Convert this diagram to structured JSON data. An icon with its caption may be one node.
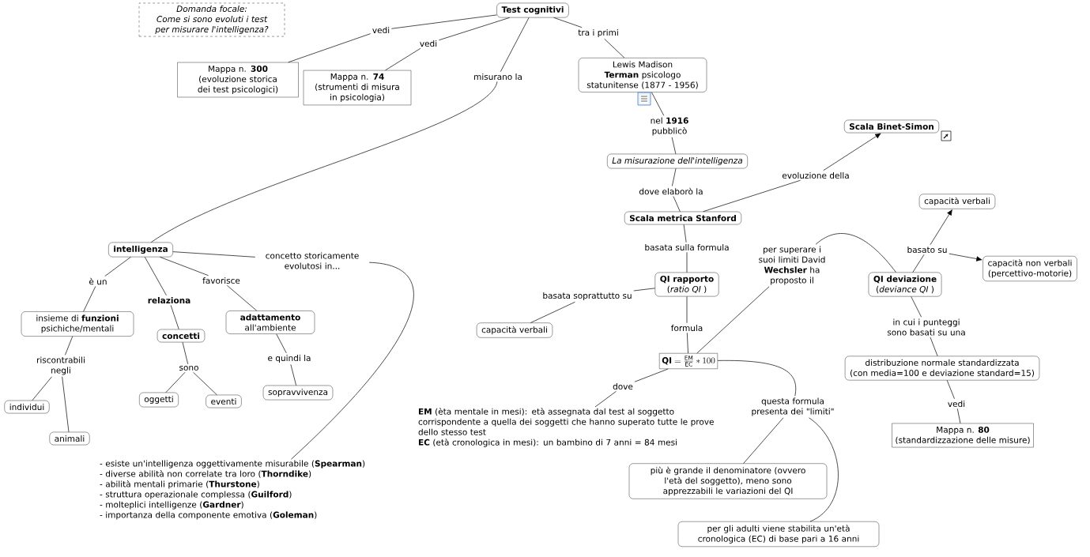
{
  "diagram": {
    "nodes": [
      {
        "text": [
          "Domanda focale:",
          "Come si sono evoluti i test per misurare l'intelligenza?"
        ]
      },
      {
        "text": [
          "Test cognitivi"
        ]
      },
      {
        "text": [
          "vedi"
        ]
      },
      {
        "text": [
          "vedi"
        ]
      },
      {
        "text": [
          "Mappa n. **300**",
          "(evoluzione storica dei test psicologici)"
        ]
      },
      {
        "text": [
          "Mappa n. **74**",
          "(strumenti di misura in psicologia)"
        ]
      },
      {
        "text": [
          "misurano la"
        ]
      },
      {
        "text": [
          "tra i primi"
        ]
      },
      {
        "text": [
          "Lewis Madison **Terman** psicologo statunitense (1877 - 1956)"
        ]
      },
      {
        "text": [
          "nel **1916** pubblicò"
        ]
      },
      {
        "text": [
          "La misurazione dell'intelligenza"
        ]
      },
      {
        "text": [
          "dove elaborò la"
        ]
      },
      {
        "text": [
          "Scala metrica Stanford"
        ]
      },
      {
        "text": [
          "evoluzione della"
        ]
      },
      {
        "text": [
          "Scala Binet-Simon"
        ]
      },
      {
        "text": [
          "basata sulla formula"
        ]
      },
      {
        "text": [
          "**QI rapporto**",
          "(*ratio QI* )"
        ]
      },
      {
        "text": [
          "basata soprattutto su"
        ]
      },
      {
        "text": [
          "capacità verbali"
        ]
      },
      {
        "text": [
          "formula"
        ]
      },
      {
        "text": [
          "\\mathbf{QI} = \\frac{\\mathrm{EM}}{\\mathrm{EC}} * 100"
        ]
      },
      {
        "text": [
          "dove"
        ]
      },
      {
        "text": [
          "**EM** (èta mentale in mesi): età assegnata dal test al soggetto corrispondente a quella dei soggetti che hanno superato tutte le prove dello stesso test",
          "**EC** (età cronologica in mesi): un bambino di 7 anni = 84 mesi"
        ]
      },
      {
        "text": [
          "per superare i suoi limiti David **Wechsler** ha proposto il"
        ]
      },
      {
        "text": [
          "**QI deviazione**",
          "(*deviance QI* )"
        ]
      },
      {
        "text": [
          "basato su"
        ]
      },
      {
        "text": [
          "capacità verbali"
        ]
      },
      {
        "text": [
          "capacità non verbali",
          "(percettivo-motorie)"
        ]
      },
      {
        "text": [
          "in cui i punteggi sono basati su una"
        ]
      },
      {
        "text": [
          "distribuzione normale standardizzata",
          "(con media=100 e deviazione standard=15)"
        ]
      },
      {
        "text": [
          "vedi"
        ]
      },
      {
        "text": [
          "Mappa n. **80**",
          "(standardizzazione delle misure)"
        ]
      },
      {
        "text": [
          "questa formula presenta dei \"limiti\""
        ]
      },
      {
        "text": [
          "più è grande il denominatore (ovvero l'età del soggetto), meno sono apprezzabili le variazioni del QI"
        ]
      },
      {
        "text": [
          "per gli adulti viene stabilita un'età cronologica (EC) di base pari a 16 anni"
        ]
      },
      {
        "text": [
          "intelligenza"
        ]
      },
      {
        "text": [
          "è un"
        ]
      },
      {
        "text": [
          "relaziona"
        ]
      },
      {
        "text": [
          "favorisce"
        ]
      },
      {
        "text": [
          "insieme di **funzioni** psichiche/mentali"
        ]
      },
      {
        "text": [
          "concetti"
        ]
      },
      {
        "text": [
          "**adattamento** all'ambiente"
        ]
      },
      {
        "text": [
          "riscontrabili negli"
        ]
      },
      {
        "text": [
          "sono"
        ]
      },
      {
        "text": [
          "e quindi la"
        ]
      },
      {
        "text": [
          "individui"
        ]
      },
      {
        "text": [
          "animali"
        ]
      },
      {
        "text": [
          "oggetti"
        ]
      },
      {
        "text": [
          "eventi"
        ]
      },
      {
        "text": [
          "sopravvivenza"
        ]
      },
      {
        "text": [
          "concetto storicamente evolutosi in..."
        ]
      },
      {
        "text": [
          "- esiste un'intelligenza oggettivamente misurabile (**Spearman**)",
          "- diverse abilità non correlate tra loro (**Thorndike**)",
          "- abilità mentali primarie (**Thurstone**)",
          "- struttura operazionale complessa (**Guilford**)",
          "- molteplici intelligenze (**Gardner**)",
          "- importanza della componente emotiva (**Goleman**)"
        ]
      }
    ],
    "edges": [
      {
        "from": 1,
        "to": 2,
        "arrow": "none"
      },
      {
        "from": 2,
        "to": 4,
        "arrow": "none"
      },
      {
        "from": 1,
        "to": 3,
        "arrow": "none"
      },
      {
        "from": 3,
        "to": 5,
        "arrow": "none"
      },
      {
        "from": 1,
        "to": 6,
        "arrow": "none"
      },
      {
        "from": 6,
        "to": 35,
        "arrow": "none"
      },
      {
        "from": 1,
        "to": 7,
        "arrow": "none"
      },
      {
        "from": 7,
        "to": 8,
        "arrow": "none"
      },
      {
        "from": 8,
        "to": 9,
        "arrow": "none"
      },
      {
        "from": 9,
        "to": 10,
        "arrow": "none"
      },
      {
        "from": 10,
        "to": 11,
        "arrow": "none"
      },
      {
        "from": 11,
        "to": 12,
        "arrow": "none"
      },
      {
        "from": 12,
        "to": 13,
        "arrow": "none"
      },
      {
        "from": 13,
        "to": 14,
        "arrow": "to"
      },
      {
        "from": 12,
        "to": 15,
        "arrow": "none"
      },
      {
        "from": 15,
        "to": 16,
        "arrow": "none"
      },
      {
        "from": 16,
        "to": 17,
        "arrow": "none"
      },
      {
        "from": 17,
        "to": 18,
        "arrow": "none"
      },
      {
        "from": 16,
        "to": 19,
        "arrow": "none"
      },
      {
        "from": 19,
        "to": 20,
        "arrow": "none"
      },
      {
        "from": 20,
        "to": 21,
        "arrow": "none"
      },
      {
        "from": 21,
        "to": 22,
        "arrow": "none"
      },
      {
        "from": 20,
        "to": 23,
        "arrow": "none"
      },
      {
        "from": 23,
        "to": 24,
        "arrow": "none"
      },
      {
        "from": 20,
        "to": 32,
        "arrow": "none"
      },
      {
        "from": 32,
        "to": 33,
        "arrow": "none"
      },
      {
        "from": 32,
        "to": 34,
        "arrow": "none"
      },
      {
        "from": 24,
        "to": 25,
        "arrow": "none"
      },
      {
        "from": 25,
        "to": 26,
        "arrow": "to"
      },
      {
        "from": 25,
        "to": 27,
        "arrow": "to"
      },
      {
        "from": 24,
        "to": 28,
        "arrow": "none"
      },
      {
        "from": 28,
        "to": 29,
        "arrow": "none"
      },
      {
        "from": 29,
        "to": 30,
        "arrow": "none"
      },
      {
        "from": 30,
        "to": 31,
        "arrow": "none"
      },
      {
        "from": 35,
        "to": 36,
        "arrow": "none"
      },
      {
        "from": 36,
        "to": 39,
        "arrow": "none"
      },
      {
        "from": 35,
        "to": 37,
        "arrow": "none"
      },
      {
        "from": 37,
        "to": 40,
        "arrow": "none"
      },
      {
        "from": 35,
        "to": 38,
        "arrow": "none"
      },
      {
        "from": 38,
        "to": 41,
        "arrow": "none"
      },
      {
        "from": 39,
        "to": 42,
        "arrow": "none"
      },
      {
        "from": 42,
        "to": 45,
        "arrow": "none"
      },
      {
        "from": 42,
        "to": 46,
        "arrow": "none"
      },
      {
        "from": 40,
        "to": 43,
        "arrow": "none"
      },
      {
        "from": 43,
        "to": 47,
        "arrow": "none"
      },
      {
        "from": 43,
        "to": 48,
        "arrow": "none"
      },
      {
        "from": 41,
        "to": 44,
        "arrow": "none"
      },
      {
        "from": 44,
        "to": 49,
        "arrow": "none"
      },
      {
        "from": 35,
        "to": 50,
        "arrow": "none"
      },
      {
        "from": 50,
        "to": 51,
        "arrow": "none"
      }
    ]
  }
}
